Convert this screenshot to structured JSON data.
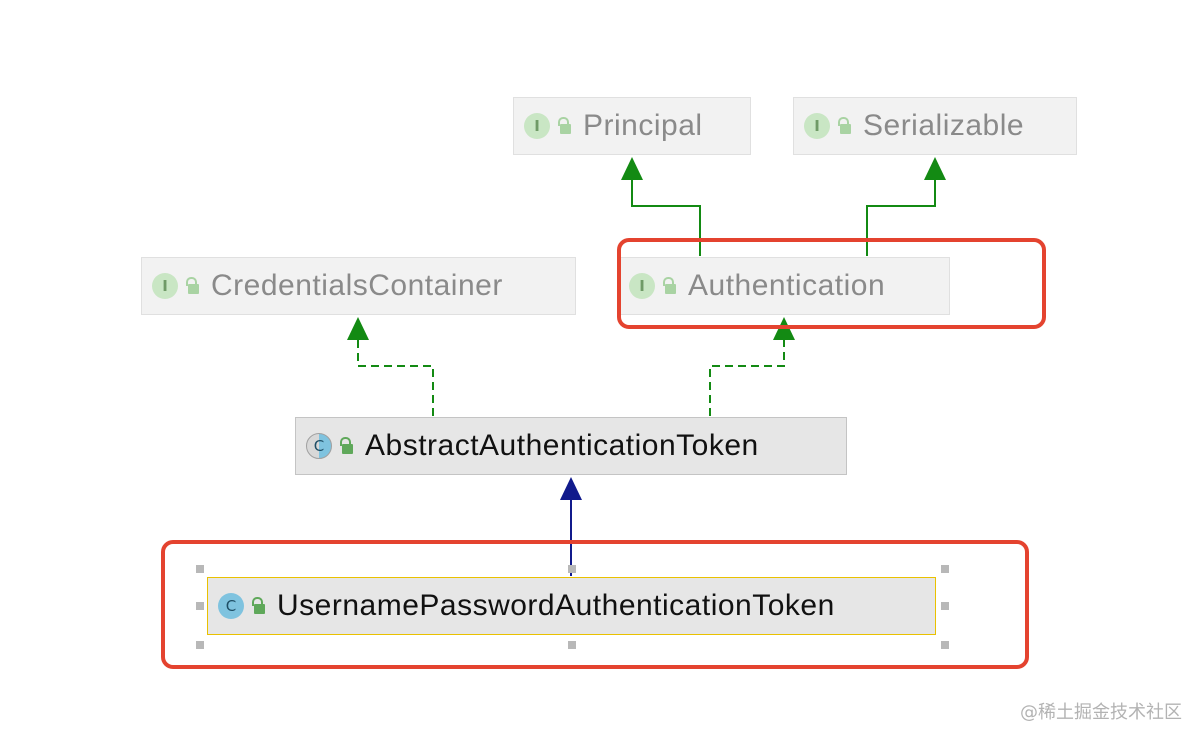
{
  "diagram": {
    "nodes": {
      "principal": {
        "kind": "interface",
        "icon_letter": "I",
        "label": "Principal"
      },
      "serializable": {
        "kind": "interface",
        "icon_letter": "I",
        "label": "Serializable"
      },
      "credentials_container": {
        "kind": "interface",
        "icon_letter": "I",
        "label": "CredentialsContainer"
      },
      "authentication": {
        "kind": "interface",
        "icon_letter": "I",
        "label": "Authentication"
      },
      "abstract_authentication_token": {
        "kind": "abstract-class",
        "icon_letter": "C",
        "label": "AbstractAuthenticationToken"
      },
      "username_password_authentication_token": {
        "kind": "class",
        "icon_letter": "C",
        "label": "UsernamePasswordAuthenticationToken"
      }
    },
    "edges": [
      {
        "from": "authentication",
        "to": "principal",
        "type": "extends",
        "line": "solid",
        "color": "#138a13"
      },
      {
        "from": "authentication",
        "to": "serializable",
        "type": "extends",
        "line": "solid",
        "color": "#138a13"
      },
      {
        "from": "abstract_authentication_token",
        "to": "credentials_container",
        "type": "implements",
        "line": "dashed",
        "color": "#138a13"
      },
      {
        "from": "abstract_authentication_token",
        "to": "authentication",
        "type": "implements",
        "line": "dashed",
        "color": "#138a13"
      },
      {
        "from": "username_password_authentication_token",
        "to": "abstract_authentication_token",
        "type": "extends",
        "line": "solid",
        "color": "#111a8c"
      }
    ],
    "highlighted": [
      "authentication",
      "username_password_authentication_token"
    ],
    "selected": "username_password_authentication_token",
    "colors": {
      "interface_edge": "#138a13",
      "class_edge": "#111a8c",
      "highlight": "#e4432f",
      "selection_border": "#e9c100"
    }
  },
  "watermark": {
    "text": "@稀土掘金技术社区"
  }
}
